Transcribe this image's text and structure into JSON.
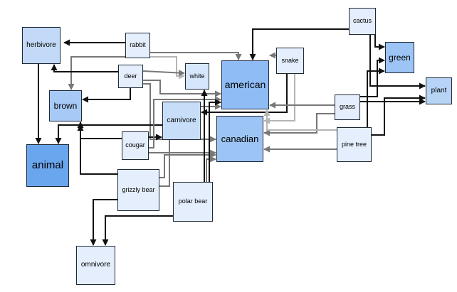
{
  "diagram": {
    "nodes": [
      {
        "id": "herbivore",
        "label": "herbivore",
        "color": "#c2daf7"
      },
      {
        "id": "rabbit",
        "label": "rabbit",
        "color": "#e4eefc"
      },
      {
        "id": "deer",
        "label": "deer",
        "color": "#e4eefc"
      },
      {
        "id": "white",
        "label": "white",
        "color": "#d6e6fb"
      },
      {
        "id": "american",
        "label": "american",
        "color": "#8fbcf5"
      },
      {
        "id": "snake",
        "label": "snake",
        "color": "#e4eefc"
      },
      {
        "id": "cactus",
        "label": "cactus",
        "color": "#e4eefc"
      },
      {
        "id": "green",
        "label": "green",
        "color": "#9cc4f4"
      },
      {
        "id": "plant",
        "label": "plant",
        "color": "#b7d4f7"
      },
      {
        "id": "brown",
        "label": "brown",
        "color": "#a6c9f5"
      },
      {
        "id": "carnivore",
        "label": "carnivore",
        "color": "#c7ddf8"
      },
      {
        "id": "canadian",
        "label": "canadian",
        "color": "#9cc4f4"
      },
      {
        "id": "grass",
        "label": "grass",
        "color": "#e4eefc"
      },
      {
        "id": "cougar",
        "label": "cougar",
        "color": "#e4eefc"
      },
      {
        "id": "pine_tree",
        "label": "pine tree",
        "color": "#e4eefc"
      },
      {
        "id": "animal",
        "label": "animal",
        "color": "#6aa6ee"
      },
      {
        "id": "grizzly_bear",
        "label": "grizzly bear",
        "color": "#e4eefc"
      },
      {
        "id": "polar_bear",
        "label": "polar bear",
        "color": "#e4eefc"
      },
      {
        "id": "omnivore",
        "label": "omnivore",
        "color": "#e4eefc"
      }
    ],
    "edges": [
      {
        "from": "rabbit",
        "to": "herbivore",
        "shade": "black"
      },
      {
        "from": "rabbit",
        "to": "american",
        "shade": "gray"
      },
      {
        "from": "rabbit",
        "to": "brown",
        "shade": "gray"
      },
      {
        "from": "rabbit",
        "to": "white",
        "shade": "lightgray"
      },
      {
        "from": "deer",
        "to": "herbivore",
        "shade": "black"
      },
      {
        "from": "deer",
        "to": "brown",
        "shade": "black"
      },
      {
        "from": "deer",
        "to": "white",
        "shade": "gray"
      },
      {
        "from": "deer",
        "to": "american",
        "shade": "gray"
      },
      {
        "from": "deer",
        "to": "canadian",
        "shade": "gray"
      },
      {
        "from": "herbivore",
        "to": "animal",
        "shade": "black"
      },
      {
        "from": "cactus",
        "to": "american",
        "shade": "black"
      },
      {
        "from": "cactus",
        "to": "green",
        "shade": "black"
      },
      {
        "from": "cactus",
        "to": "plant",
        "shade": "black"
      },
      {
        "from": "snake",
        "to": "american",
        "shade": "gray"
      },
      {
        "from": "snake",
        "to": "carnivore",
        "shade": "black"
      },
      {
        "from": "snake",
        "to": "canadian",
        "shade": "lightgray"
      },
      {
        "from": "grass",
        "to": "green",
        "shade": "black"
      },
      {
        "from": "grass",
        "to": "plant",
        "shade": "black"
      },
      {
        "from": "grass",
        "to": "american",
        "shade": "gray"
      },
      {
        "from": "grass",
        "to": "canadian",
        "shade": "gray"
      },
      {
        "from": "pine_tree",
        "to": "green",
        "shade": "black"
      },
      {
        "from": "pine_tree",
        "to": "plant",
        "shade": "black"
      },
      {
        "from": "pine_tree",
        "to": "canadian",
        "shade": "gray"
      },
      {
        "from": "pine_tree",
        "to": "american",
        "shade": "lightgray"
      },
      {
        "from": "carnivore",
        "to": "animal",
        "shade": "black"
      },
      {
        "from": "cougar",
        "to": "carnivore",
        "shade": "black"
      },
      {
        "from": "cougar",
        "to": "brown",
        "shade": "black"
      },
      {
        "from": "cougar",
        "to": "american",
        "shade": "gray"
      },
      {
        "from": "cougar",
        "to": "canadian",
        "shade": "gray"
      },
      {
        "from": "grizzly_bear",
        "to": "brown",
        "shade": "black"
      },
      {
        "from": "grizzly_bear",
        "to": "omnivore",
        "shade": "black"
      },
      {
        "from": "grizzly_bear",
        "to": "canadian",
        "shade": "gray"
      },
      {
        "from": "grizzly_bear",
        "to": "american",
        "shade": "gray"
      },
      {
        "from": "polar_bear",
        "to": "white",
        "shade": "black"
      },
      {
        "from": "polar_bear",
        "to": "omnivore",
        "shade": "black"
      },
      {
        "from": "polar_bear",
        "to": "canadian",
        "shade": "gray"
      },
      {
        "from": "omnivore",
        "to": "animal",
        "shade": "black"
      }
    ],
    "shades": {
      "black": "#111111",
      "gray": "#777777",
      "lightgray": "#b5b5b5"
    }
  }
}
